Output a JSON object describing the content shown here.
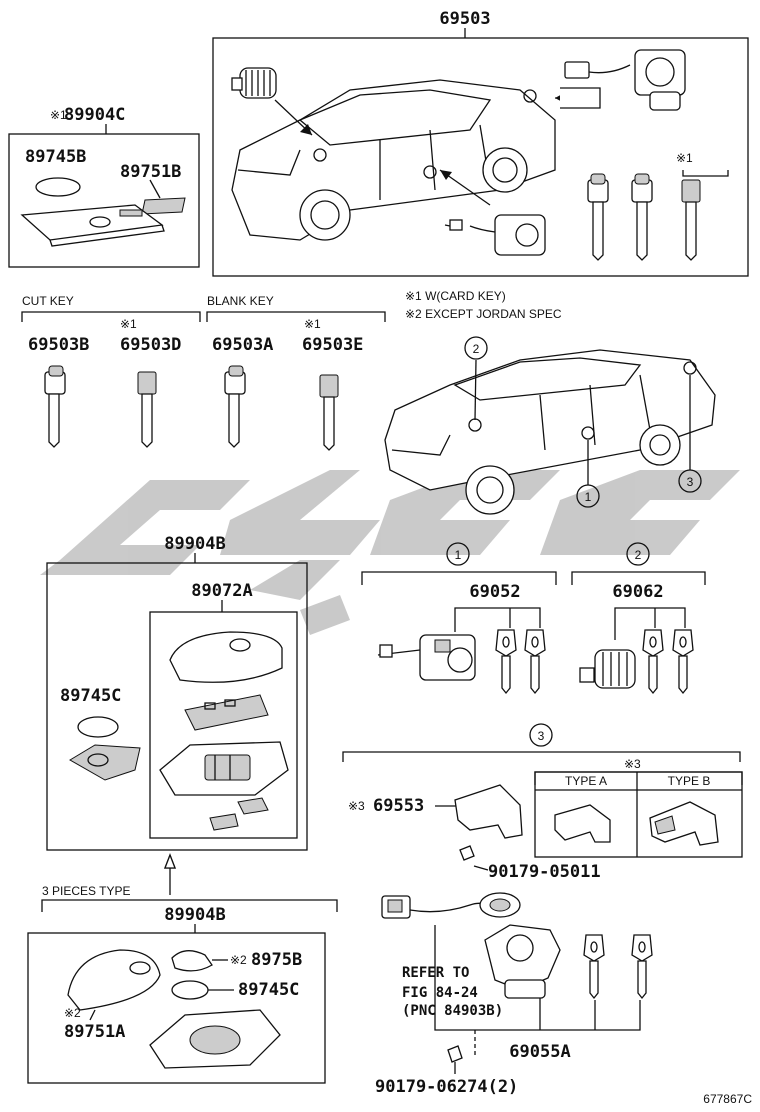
{
  "top_assembly": {
    "label": "69503",
    "note_mark": "※1"
  },
  "card_key": {
    "label": "89904C",
    "mark": "※1",
    "battery": "89745B",
    "card": "89751B"
  },
  "loose_keys": {
    "cut_key_title": "CUT KEY",
    "blank_key_title": "BLANK KEY",
    "k1": "69503B",
    "k2": "69503D",
    "k2_mark": "※1",
    "k3": "69503A",
    "k4": "69503E",
    "k4_mark": "※1"
  },
  "notes": {
    "n1": "※1 W(CARD KEY)",
    "n2": "※2 EXCEPT JORDAN SPEC"
  },
  "locator": {
    "c1": "1",
    "c2": "2",
    "c3": "3"
  },
  "transmitter": {
    "label": "89904B",
    "housing": "89072A",
    "battery": "89745C"
  },
  "group1": {
    "circle": "1",
    "label": "69052"
  },
  "group2": {
    "circle": "2",
    "label": "69062"
  },
  "group3": {
    "circle": "3",
    "cover": "69553",
    "cover_mark": "※3",
    "type_mark": "※3",
    "type_a": "TYPE A",
    "type_b": "TYPE B",
    "screw1": "90179-05011",
    "refer_line1": "REFER TO",
    "refer_line2": "FIG 84-24",
    "refer_line3": "(PNC 84903B)",
    "ignition": "69055A",
    "screw2": "90179-06274(2)"
  },
  "three_pieces": {
    "title": "3 PIECES TYPE",
    "label": "89904B",
    "p1": "8975B",
    "p1_mark": "※2",
    "p2": "89745C",
    "p3": "89751A",
    "p3_mark": "※2"
  },
  "figure_id": "677867C"
}
